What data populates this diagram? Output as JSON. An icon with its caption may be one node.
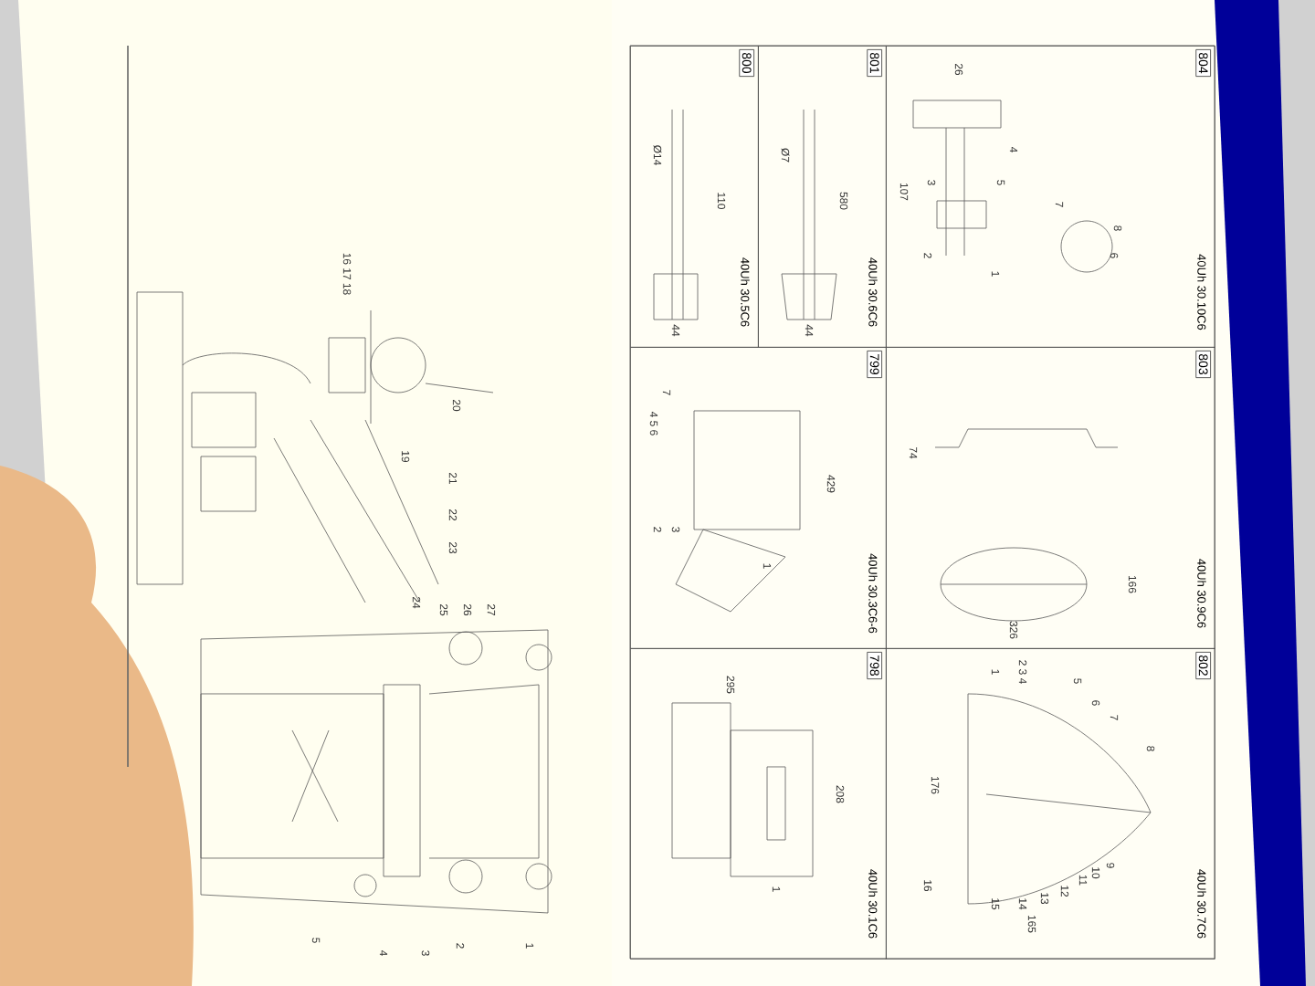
{
  "diagram": {
    "nodes": [
      {
        "text": [
          "800",
          "40Uh 30.5C6"
        ]
      },
      {
        "text": [
          "801",
          "40Uh 30.6C6"
        ]
      },
      {
        "text": [
          "804",
          "40Uh 30.10C6"
        ]
      },
      {
        "text": [
          "799",
          "40Uh 30.3C6-6"
        ]
      },
      {
        "text": [
          "803",
          "40Uh 30.9C6"
        ]
      },
      {
        "text": [
          "798",
          "40Uh 30.1C6"
        ]
      },
      {
        "text": [
          "802",
          "40Uh 30.7C6"
        ]
      }
    ],
    "labels": [
      "16 17 18",
      "19",
      "20",
      "21",
      "22",
      "23",
      "24",
      "25",
      "26",
      "27",
      "5",
      "4",
      "3",
      "2",
      "1",
      "Ø14",
      "110",
      "44",
      "Ø7",
      "580",
      "44",
      "26",
      "107",
      "1",
      "2",
      "3",
      "4",
      "5",
      "6",
      "7",
      "8",
      "7",
      "4 5 6",
      "2",
      "3",
      "1",
      "429",
      "74",
      "166",
      "326",
      "295",
      "208",
      "1",
      "1",
      "2 3 4",
      "5",
      "6",
      "7",
      "8",
      "176",
      "16",
      "165",
      "15",
      "14",
      "13",
      "12",
      "11",
      "10",
      "9"
    ]
  }
}
